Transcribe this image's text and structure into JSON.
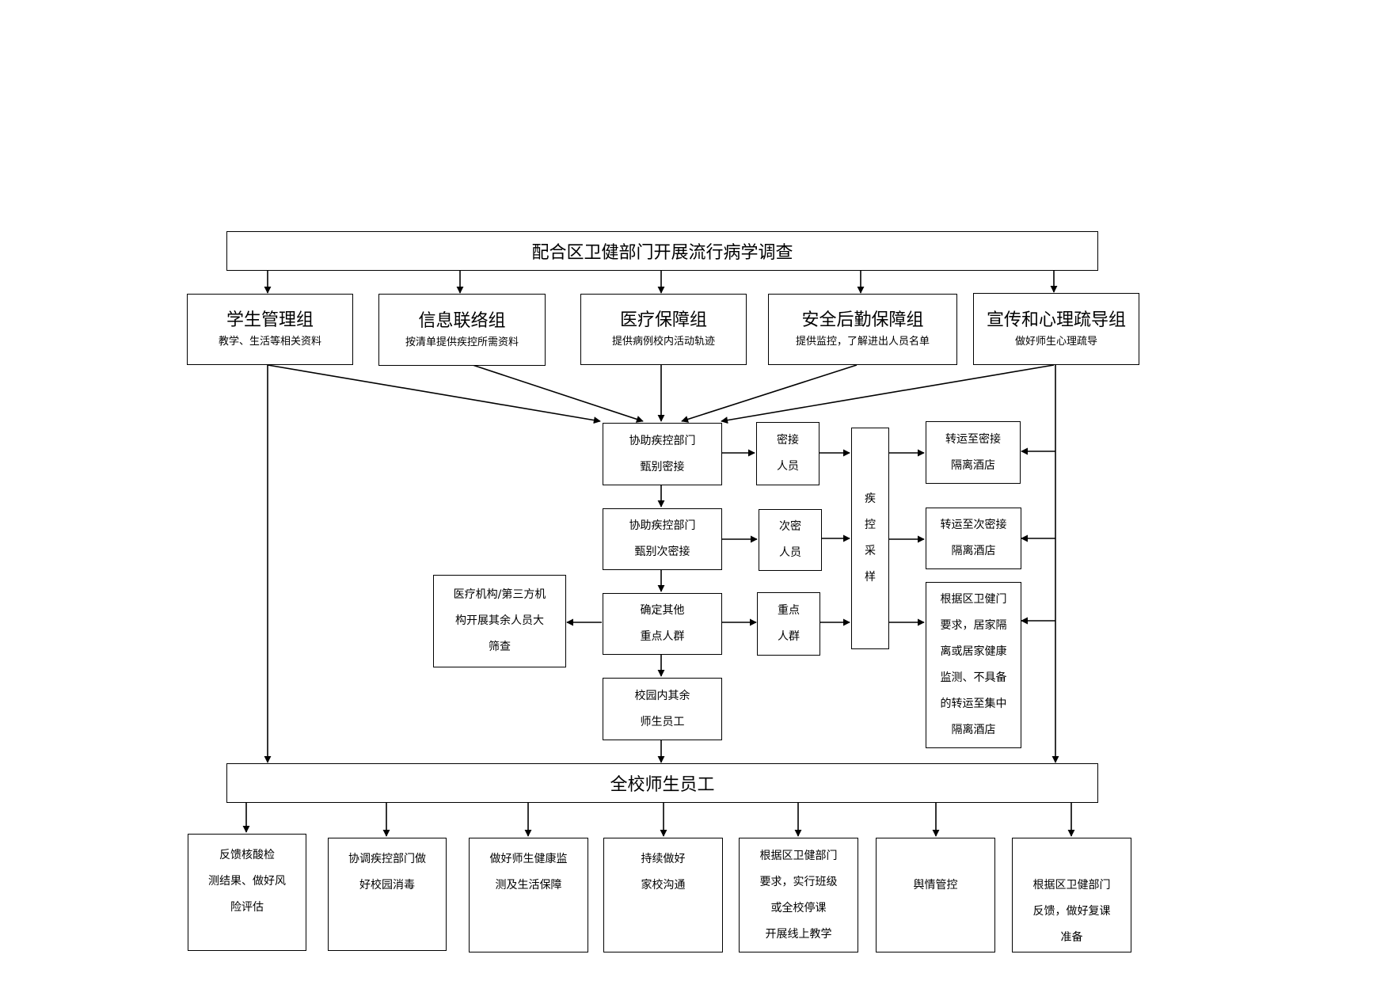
{
  "top_bar": "配合区卫健部门开展流行病学调查",
  "groups": [
    {
      "title": "学生管理组",
      "sub": "教学、生活等相关资料"
    },
    {
      "title": "信息联络组",
      "sub": "按清单提供疾控所需资料"
    },
    {
      "title": "医疗保障组",
      "sub": "提供病例校内活动轨迹"
    },
    {
      "title": "安全后勤保障组",
      "sub": "提供监控，了解进出人员名单"
    },
    {
      "title": "宣传和心理疏导组",
      "sub": "做好师生心理疏导"
    }
  ],
  "flow": {
    "assist_close": "协助疾控部门\n甄别密接",
    "assist_secondary": "协助疾控部门\n甄别次密接",
    "identify_other": "确定其他\n重点人群",
    "campus_rest": "校园内其余\n师生员工",
    "close_people": "密接\n人员",
    "secondary_people": "次密\n人员",
    "key_people": "重点\n人群",
    "sampling": "疾\n控\n采\n样",
    "transfer_close": "转运至密接\n隔离酒店",
    "transfer_secondary": "转运至次密接\n隔离酒店",
    "home_quarantine": "根据区卫健门\n要求，居家隔\n离或居家健康\n监测、不具备\n的转运至集中\n隔离酒店",
    "mass_screening": "医疗机构/第三方机\n构开展其余人员大\n筛查"
  },
  "bottom_bar": "全校师生员工",
  "bottom_boxes": [
    "反馈核酸检\n测结果、做好风\n险评估",
    "协调疾控部门做\n好校园消毒",
    "做好师生健康监\n测及生活保障",
    "持续做好\n家校沟通",
    "根据区卫健部门\n要求，实行班级\n或全校停课\n开展线上教学",
    "舆情管控",
    "根据区卫健部门\n反馈，做好复课\n准备"
  ]
}
